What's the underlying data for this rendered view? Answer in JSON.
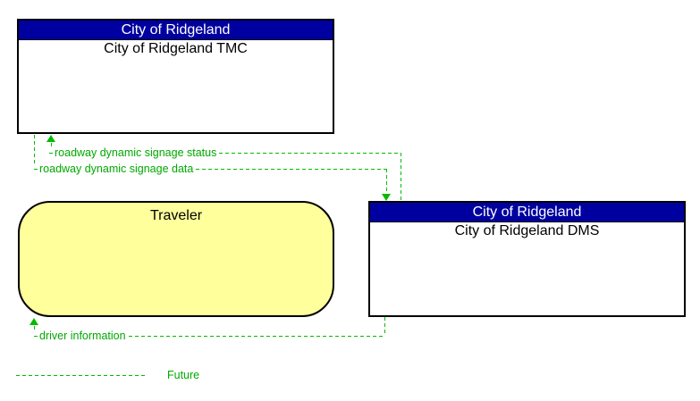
{
  "diagram": {
    "entities": {
      "tmc": {
        "header": "City of Ridgeland",
        "title": "City of Ridgeland TMC"
      },
      "traveler": {
        "title": "Traveler"
      },
      "dms": {
        "header": "City of Ridgeland",
        "title": "City of Ridgeland DMS"
      }
    },
    "flows": {
      "signage_status": {
        "label": "roadway dynamic signage status",
        "from": "City of Ridgeland DMS",
        "to": "City of Ridgeland TMC",
        "status": "future"
      },
      "signage_data": {
        "label": "roadway dynamic signage data",
        "from": "City of Ridgeland TMC",
        "to": "City of Ridgeland DMS",
        "status": "future"
      },
      "driver_info": {
        "label": "driver information",
        "from": "City of Ridgeland DMS",
        "to": "Traveler",
        "status": "future"
      }
    },
    "legend": {
      "future_label": "Future",
      "line_style": "dashed"
    },
    "colors": {
      "header_blue": "#0000A0",
      "header_text": "#FFFFFF",
      "terminator_yellow": "#FFFF9C",
      "flow_line_green": "#00BB00",
      "flow_label_green": "#00A800",
      "border_black": "#000000"
    }
  }
}
